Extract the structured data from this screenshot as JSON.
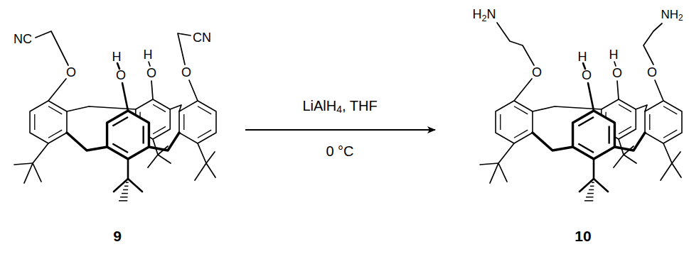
{
  "diagram": {
    "labels": [
      "NC",
      "CN",
      "H",
      "H",
      "O",
      "O",
      "O",
      "O",
      "H2N",
      "NH2",
      "H",
      "H",
      "O",
      "O",
      "O",
      "O",
      "LiAlH4, THF",
      "0 °C",
      "9",
      "10"
    ]
  }
}
